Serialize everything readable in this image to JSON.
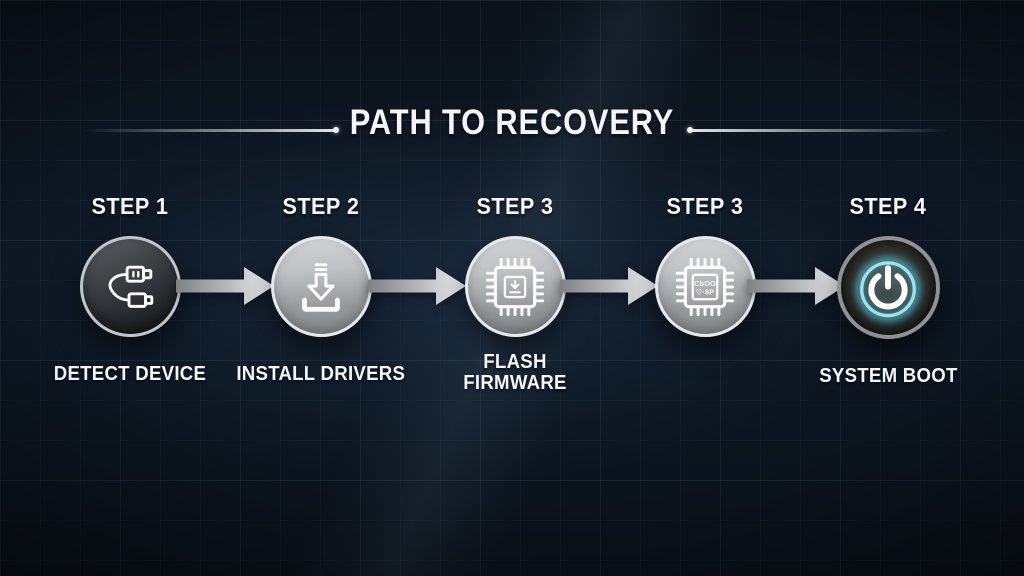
{
  "title": "PATH TO RECOVERY",
  "steps": [
    {
      "step_label": "STEP 1",
      "name": "DETECT DEVICE",
      "icon": "usb-cable-icon"
    },
    {
      "step_label": "STEP 2",
      "name": "INSTALL DRIVERS",
      "icon": "download-icon"
    },
    {
      "step_label": "STEP 3",
      "name": "FLASH FIRMWARE",
      "icon": "chip-download-icon"
    },
    {
      "step_label": "STEP 3",
      "name": "",
      "icon": "chip-icon",
      "chip_text": [
        "CbOO",
        "♡·8P"
      ]
    },
    {
      "step_label": "STEP 4",
      "name": "SYSTEM BOOT",
      "icon": "power-icon"
    }
  ],
  "colors": {
    "background": "#0c141e",
    "text": "#f4f6f8",
    "accent_glow": "#6fdcef",
    "arrow_gradient_start": "#7e8286",
    "arrow_gradient_end": "#f2f4f6",
    "circle_silver": "#bfc2c4",
    "circle_dark": "#3e4247"
  }
}
